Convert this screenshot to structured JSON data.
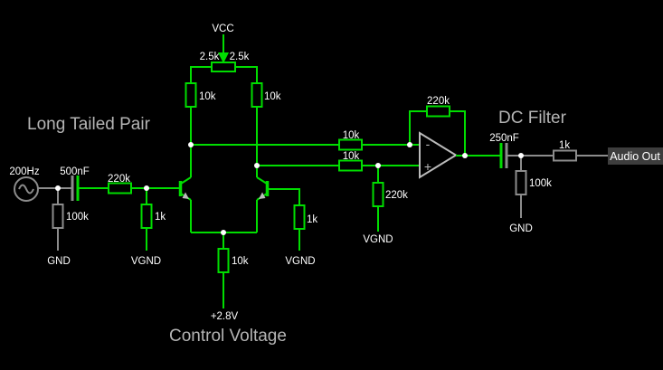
{
  "colors": {
    "bg": "#000000",
    "green": "#00dd00",
    "gray": "#8c8c8c",
    "white": "#ffffff",
    "title-gray": "#b4b4b4",
    "symbol-gray": "#bbbbbb",
    "outbox-bg": "#3d3d3d"
  },
  "titles": {
    "left": "Long Tailed Pair",
    "bottom": "Control Voltage",
    "right": "DC Filter"
  },
  "source": {
    "frequency": "200Hz"
  },
  "labels": {
    "vcc": "VCC",
    "gnd_input": "GND",
    "gnd_output": "GND",
    "vgnd_input": "VGND",
    "vgnd_base": "VGND",
    "vgnd_opamp": "VGND",
    "control": "+2.8V",
    "audio_out": "Audio Out"
  },
  "values": {
    "pot_left": "2.5k",
    "pot_right": "2.5k",
    "collector_left": "10k",
    "collector_right": "10k",
    "input_cap": "500nF",
    "input_res": "220k",
    "input_load": "100k",
    "bias_left": "1k",
    "bias_right": "1k",
    "tail": "10k",
    "opamp_in_top": "10k",
    "opamp_in_bottom": "10k",
    "opamp_vgnd": "220k",
    "feedback": "220k",
    "output_cap": "250nF",
    "output_series": "1k",
    "output_load": "100k"
  },
  "opamp": {
    "inverting": "-",
    "noninverting": "+"
  }
}
